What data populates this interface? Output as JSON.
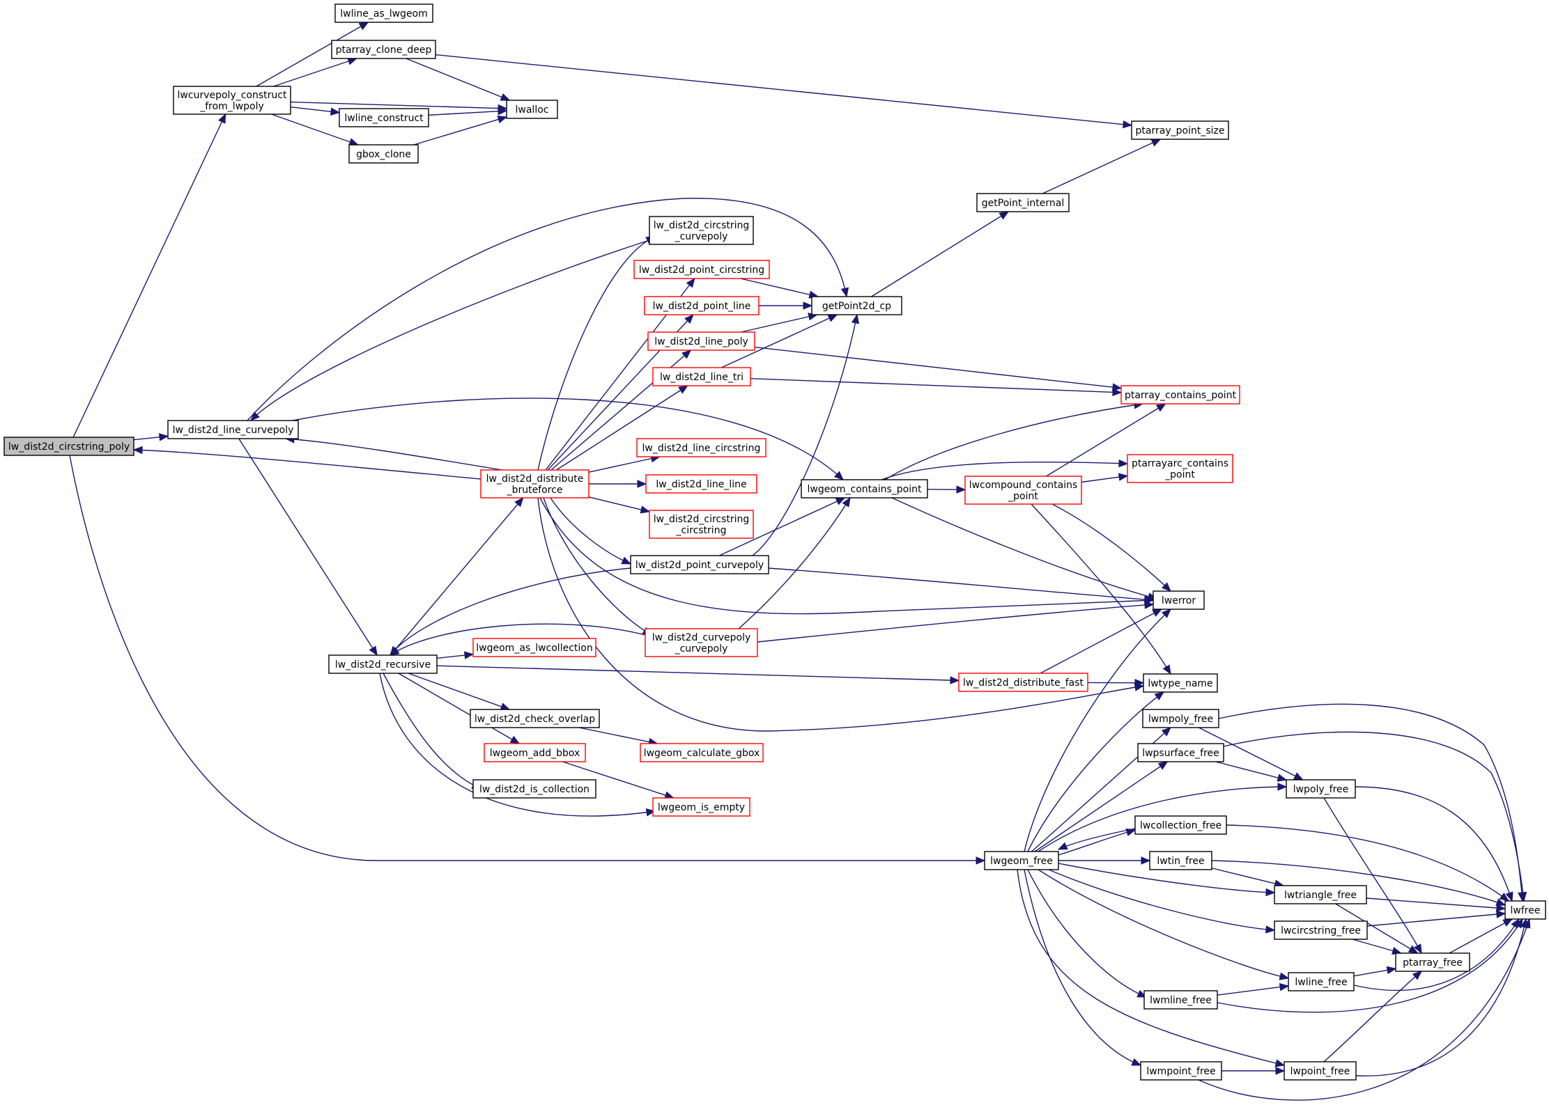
{
  "colors": {
    "edge": "#191970",
    "node_border": "#000000",
    "node_border_incomplete": "#ff0000",
    "root_fill": "#bfbfbf",
    "background": "#ffffff"
  },
  "nodes": [
    {
      "id": "root",
      "lines": [
        "lw_dist2d_circstring_poly"
      ],
      "style": "root"
    },
    {
      "id": "curvepoly_construct",
      "lines": [
        "lwcurvepoly_construct",
        "_from_lwpoly"
      ],
      "style": "normal"
    },
    {
      "id": "lwline_as_lwgeom",
      "lines": [
        "lwline_as_lwgeom"
      ],
      "style": "normal"
    },
    {
      "id": "ptarray_clone_deep",
      "lines": [
        "ptarray_clone_deep"
      ],
      "style": "normal"
    },
    {
      "id": "lwalloc",
      "lines": [
        "lwalloc"
      ],
      "style": "normal"
    },
    {
      "id": "lwline_construct",
      "lines": [
        "lwline_construct"
      ],
      "style": "normal"
    },
    {
      "id": "gbox_clone",
      "lines": [
        "gbox_clone"
      ],
      "style": "normal"
    },
    {
      "id": "ptarray_point_size",
      "lines": [
        "ptarray_point_size"
      ],
      "style": "normal"
    },
    {
      "id": "getPoint_internal",
      "lines": [
        "getPoint_internal"
      ],
      "style": "normal"
    },
    {
      "id": "circstring_curvepoly",
      "lines": [
        "lw_dist2d_circstring",
        "_curvepoly"
      ],
      "style": "normal"
    },
    {
      "id": "point_circstring",
      "lines": [
        "lw_dist2d_point_circstring"
      ],
      "style": "red"
    },
    {
      "id": "point_line",
      "lines": [
        "lw_dist2d_point_line"
      ],
      "style": "red"
    },
    {
      "id": "line_poly",
      "lines": [
        "lw_dist2d_line_poly"
      ],
      "style": "red"
    },
    {
      "id": "line_tri",
      "lines": [
        "lw_dist2d_line_tri"
      ],
      "style": "red"
    },
    {
      "id": "getPoint2d_cp",
      "lines": [
        "getPoint2d_cp"
      ],
      "style": "normal"
    },
    {
      "id": "ptarray_contains_point",
      "lines": [
        "ptarray_contains_point"
      ],
      "style": "red"
    },
    {
      "id": "line_curvepoly",
      "lines": [
        "lw_dist2d_line_curvepoly"
      ],
      "style": "normal"
    },
    {
      "id": "distribute_bruteforce",
      "lines": [
        "lw_dist2d_distribute",
        "_bruteforce"
      ],
      "style": "red"
    },
    {
      "id": "line_circstring",
      "lines": [
        "lw_dist2d_line_circstring"
      ],
      "style": "red"
    },
    {
      "id": "line_line",
      "lines": [
        "lw_dist2d_line_line"
      ],
      "style": "red"
    },
    {
      "id": "circstring_circstring",
      "lines": [
        "lw_dist2d_circstring",
        "_circstring"
      ],
      "style": "red"
    },
    {
      "id": "lwgeom_contains_point",
      "lines": [
        "lwgeom_contains_point"
      ],
      "style": "normal"
    },
    {
      "id": "lwcompound_contains_point",
      "lines": [
        "lwcompound_contains",
        "_point"
      ],
      "style": "red"
    },
    {
      "id": "ptarrayarc_contains_point",
      "lines": [
        "ptarrayarc_contains",
        "_point"
      ],
      "style": "red"
    },
    {
      "id": "point_curvepoly",
      "lines": [
        "lw_dist2d_point_curvepoly"
      ],
      "style": "normal"
    },
    {
      "id": "lwerror",
      "lines": [
        "lwerror"
      ],
      "style": "normal"
    },
    {
      "id": "curvepoly_curvepoly",
      "lines": [
        "lw_dist2d_curvepoly",
        "_curvepoly"
      ],
      "style": "red"
    },
    {
      "id": "recursive",
      "lines": [
        "lw_dist2d_recursive"
      ],
      "style": "normal"
    },
    {
      "id": "lwgeom_as_lwcollection",
      "lines": [
        "lwgeom_as_lwcollection"
      ],
      "style": "red"
    },
    {
      "id": "distribute_fast",
      "lines": [
        "lw_dist2d_distribute_fast"
      ],
      "style": "red"
    },
    {
      "id": "lwtype_name",
      "lines": [
        "lwtype_name"
      ],
      "style": "normal"
    },
    {
      "id": "check_overlap",
      "lines": [
        "lw_dist2d_check_overlap"
      ],
      "style": "normal"
    },
    {
      "id": "lwgeom_add_bbox",
      "lines": [
        "lwgeom_add_bbox"
      ],
      "style": "red"
    },
    {
      "id": "lwgeom_calculate_gbox",
      "lines": [
        "lwgeom_calculate_gbox"
      ],
      "style": "red"
    },
    {
      "id": "is_collection",
      "lines": [
        "lw_dist2d_is_collection"
      ],
      "style": "normal"
    },
    {
      "id": "lwgeom_is_empty",
      "lines": [
        "lwgeom_is_empty"
      ],
      "style": "red"
    },
    {
      "id": "lwmpoly_free",
      "lines": [
        "lwmpoly_free"
      ],
      "style": "normal"
    },
    {
      "id": "lwpsurface_free",
      "lines": [
        "lwpsurface_free"
      ],
      "style": "normal"
    },
    {
      "id": "lwpoly_free",
      "lines": [
        "lwpoly_free"
      ],
      "style": "normal"
    },
    {
      "id": "lwcollection_free",
      "lines": [
        "lwcollection_free"
      ],
      "style": "normal"
    },
    {
      "id": "lwgeom_free",
      "lines": [
        "lwgeom_free"
      ],
      "style": "normal"
    },
    {
      "id": "lwtin_free",
      "lines": [
        "lwtin_free"
      ],
      "style": "normal"
    },
    {
      "id": "lwtriangle_free",
      "lines": [
        "lwtriangle_free"
      ],
      "style": "normal"
    },
    {
      "id": "lwfree",
      "lines": [
        "lwfree"
      ],
      "style": "normal"
    },
    {
      "id": "lwcircstring_free",
      "lines": [
        "lwcircstring_free"
      ],
      "style": "normal"
    },
    {
      "id": "ptarray_free",
      "lines": [
        "ptarray_free"
      ],
      "style": "normal"
    },
    {
      "id": "lwline_free",
      "lines": [
        "lwline_free"
      ],
      "style": "normal"
    },
    {
      "id": "lwmline_free",
      "lines": [
        "lwmline_free"
      ],
      "style": "normal"
    },
    {
      "id": "lwmpoint_free",
      "lines": [
        "lwmpoint_free"
      ],
      "style": "normal"
    },
    {
      "id": "lwpoint_free",
      "lines": [
        "lwpoint_free"
      ],
      "style": "normal"
    }
  ],
  "edges": [
    [
      "root",
      "curvepoly_construct"
    ],
    [
      "root",
      "line_curvepoly"
    ],
    [
      "root",
      "lwgeom_free"
    ],
    [
      "curvepoly_construct",
      "lwline_as_lwgeom"
    ],
    [
      "curvepoly_construct",
      "ptarray_clone_deep"
    ],
    [
      "curvepoly_construct",
      "lwalloc"
    ],
    [
      "curvepoly_construct",
      "lwline_construct"
    ],
    [
      "curvepoly_construct",
      "gbox_clone"
    ],
    [
      "ptarray_clone_deep",
      "lwalloc"
    ],
    [
      "ptarray_clone_deep",
      "ptarray_point_size"
    ],
    [
      "lwline_construct",
      "lwalloc"
    ],
    [
      "gbox_clone",
      "lwalloc"
    ],
    [
      "getPoint_internal",
      "ptarray_point_size"
    ],
    [
      "getPoint2d_cp",
      "getPoint_internal"
    ],
    [
      "line_curvepoly",
      "getPoint2d_cp"
    ],
    [
      "line_curvepoly",
      "lwgeom_contains_point"
    ],
    [
      "line_curvepoly",
      "recursive"
    ],
    [
      "circstring_curvepoly",
      "line_curvepoly"
    ],
    [
      "distribute_bruteforce",
      "root"
    ],
    [
      "distribute_bruteforce",
      "line_curvepoly"
    ],
    [
      "distribute_bruteforce",
      "circstring_curvepoly"
    ],
    [
      "distribute_bruteforce",
      "point_circstring"
    ],
    [
      "distribute_bruteforce",
      "point_line"
    ],
    [
      "distribute_bruteforce",
      "line_poly"
    ],
    [
      "distribute_bruteforce",
      "line_tri"
    ],
    [
      "distribute_bruteforce",
      "line_circstring"
    ],
    [
      "distribute_bruteforce",
      "line_line"
    ],
    [
      "distribute_bruteforce",
      "circstring_circstring"
    ],
    [
      "distribute_bruteforce",
      "point_curvepoly"
    ],
    [
      "distribute_bruteforce",
      "curvepoly_curvepoly"
    ],
    [
      "distribute_bruteforce",
      "lwerror"
    ],
    [
      "distribute_bruteforce",
      "lwtype_name"
    ],
    [
      "point_circstring",
      "getPoint2d_cp"
    ],
    [
      "point_line",
      "getPoint2d_cp"
    ],
    [
      "line_poly",
      "getPoint2d_cp"
    ],
    [
      "line_poly",
      "ptarray_contains_point"
    ],
    [
      "line_tri",
      "getPoint2d_cp"
    ],
    [
      "line_tri",
      "ptarray_contains_point"
    ],
    [
      "lwgeom_contains_point",
      "ptarray_contains_point"
    ],
    [
      "lwgeom_contains_point",
      "ptarrayarc_contains_point"
    ],
    [
      "lwgeom_contains_point",
      "lwcompound_contains_point"
    ],
    [
      "lwgeom_contains_point",
      "lwerror"
    ],
    [
      "lwcompound_contains_point",
      "ptarray_contains_point"
    ],
    [
      "lwcompound_contains_point",
      "ptarrayarc_contains_point"
    ],
    [
      "lwcompound_contains_point",
      "lwerror"
    ],
    [
      "lwcompound_contains_point",
      "lwtype_name"
    ],
    [
      "point_curvepoly",
      "getPoint2d_cp"
    ],
    [
      "point_curvepoly",
      "lwgeom_contains_point"
    ],
    [
      "point_curvepoly",
      "lwerror"
    ],
    [
      "point_curvepoly",
      "recursive"
    ],
    [
      "curvepoly_curvepoly",
      "lwgeom_contains_point"
    ],
    [
      "curvepoly_curvepoly",
      "lwerror"
    ],
    [
      "curvepoly_curvepoly",
      "recursive"
    ],
    [
      "recursive",
      "distribute_bruteforce"
    ],
    [
      "recursive",
      "lwgeom_as_lwcollection"
    ],
    [
      "recursive",
      "distribute_fast"
    ],
    [
      "recursive",
      "check_overlap"
    ],
    [
      "recursive",
      "lwgeom_add_bbox"
    ],
    [
      "recursive",
      "is_collection"
    ],
    [
      "recursive",
      "lwgeom_is_empty"
    ],
    [
      "distribute_fast",
      "lwerror"
    ],
    [
      "distribute_fast",
      "lwtype_name"
    ],
    [
      "check_overlap",
      "lwgeom_calculate_gbox"
    ],
    [
      "lwgeom_add_bbox",
      "lwgeom_is_empty"
    ],
    [
      "lwgeom_free",
      "lwerror"
    ],
    [
      "lwgeom_free",
      "lwtype_name"
    ],
    [
      "lwgeom_free",
      "lwmpoly_free"
    ],
    [
      "lwgeom_free",
      "lwpsurface_free"
    ],
    [
      "lwgeom_free",
      "lwpoly_free"
    ],
    [
      "lwgeom_free",
      "lwcollection_free"
    ],
    [
      "lwgeom_free",
      "lwtin_free"
    ],
    [
      "lwgeom_free",
      "lwtriangle_free"
    ],
    [
      "lwgeom_free",
      "lwcircstring_free"
    ],
    [
      "lwgeom_free",
      "lwline_free"
    ],
    [
      "lwgeom_free",
      "lwmline_free"
    ],
    [
      "lwgeom_free",
      "lwmpoint_free"
    ],
    [
      "lwgeom_free",
      "lwpoint_free"
    ],
    [
      "lwcollection_free",
      "lwgeom_free"
    ],
    [
      "lwcollection_free",
      "lwfree"
    ],
    [
      "lwmpoly_free",
      "lwpoly_free"
    ],
    [
      "lwmpoly_free",
      "lwfree"
    ],
    [
      "lwpsurface_free",
      "lwpoly_free"
    ],
    [
      "lwpsurface_free",
      "lwfree"
    ],
    [
      "lwpoly_free",
      "ptarray_free"
    ],
    [
      "lwpoly_free",
      "lwfree"
    ],
    [
      "lwtin_free",
      "lwtriangle_free"
    ],
    [
      "lwtin_free",
      "lwfree"
    ],
    [
      "lwtriangle_free",
      "ptarray_free"
    ],
    [
      "lwtriangle_free",
      "lwfree"
    ],
    [
      "lwcircstring_free",
      "ptarray_free"
    ],
    [
      "lwcircstring_free",
      "lwfree"
    ],
    [
      "ptarray_free",
      "lwfree"
    ],
    [
      "lwline_free",
      "ptarray_free"
    ],
    [
      "lwline_free",
      "lwfree"
    ],
    [
      "lwmline_free",
      "lwline_free"
    ],
    [
      "lwmline_free",
      "lwfree"
    ],
    [
      "lwmpoint_free",
      "lwpoint_free"
    ],
    [
      "lwmpoint_free",
      "lwfree"
    ],
    [
      "lwpoint_free",
      "ptarray_free"
    ],
    [
      "lwpoint_free",
      "lwfree"
    ]
  ]
}
